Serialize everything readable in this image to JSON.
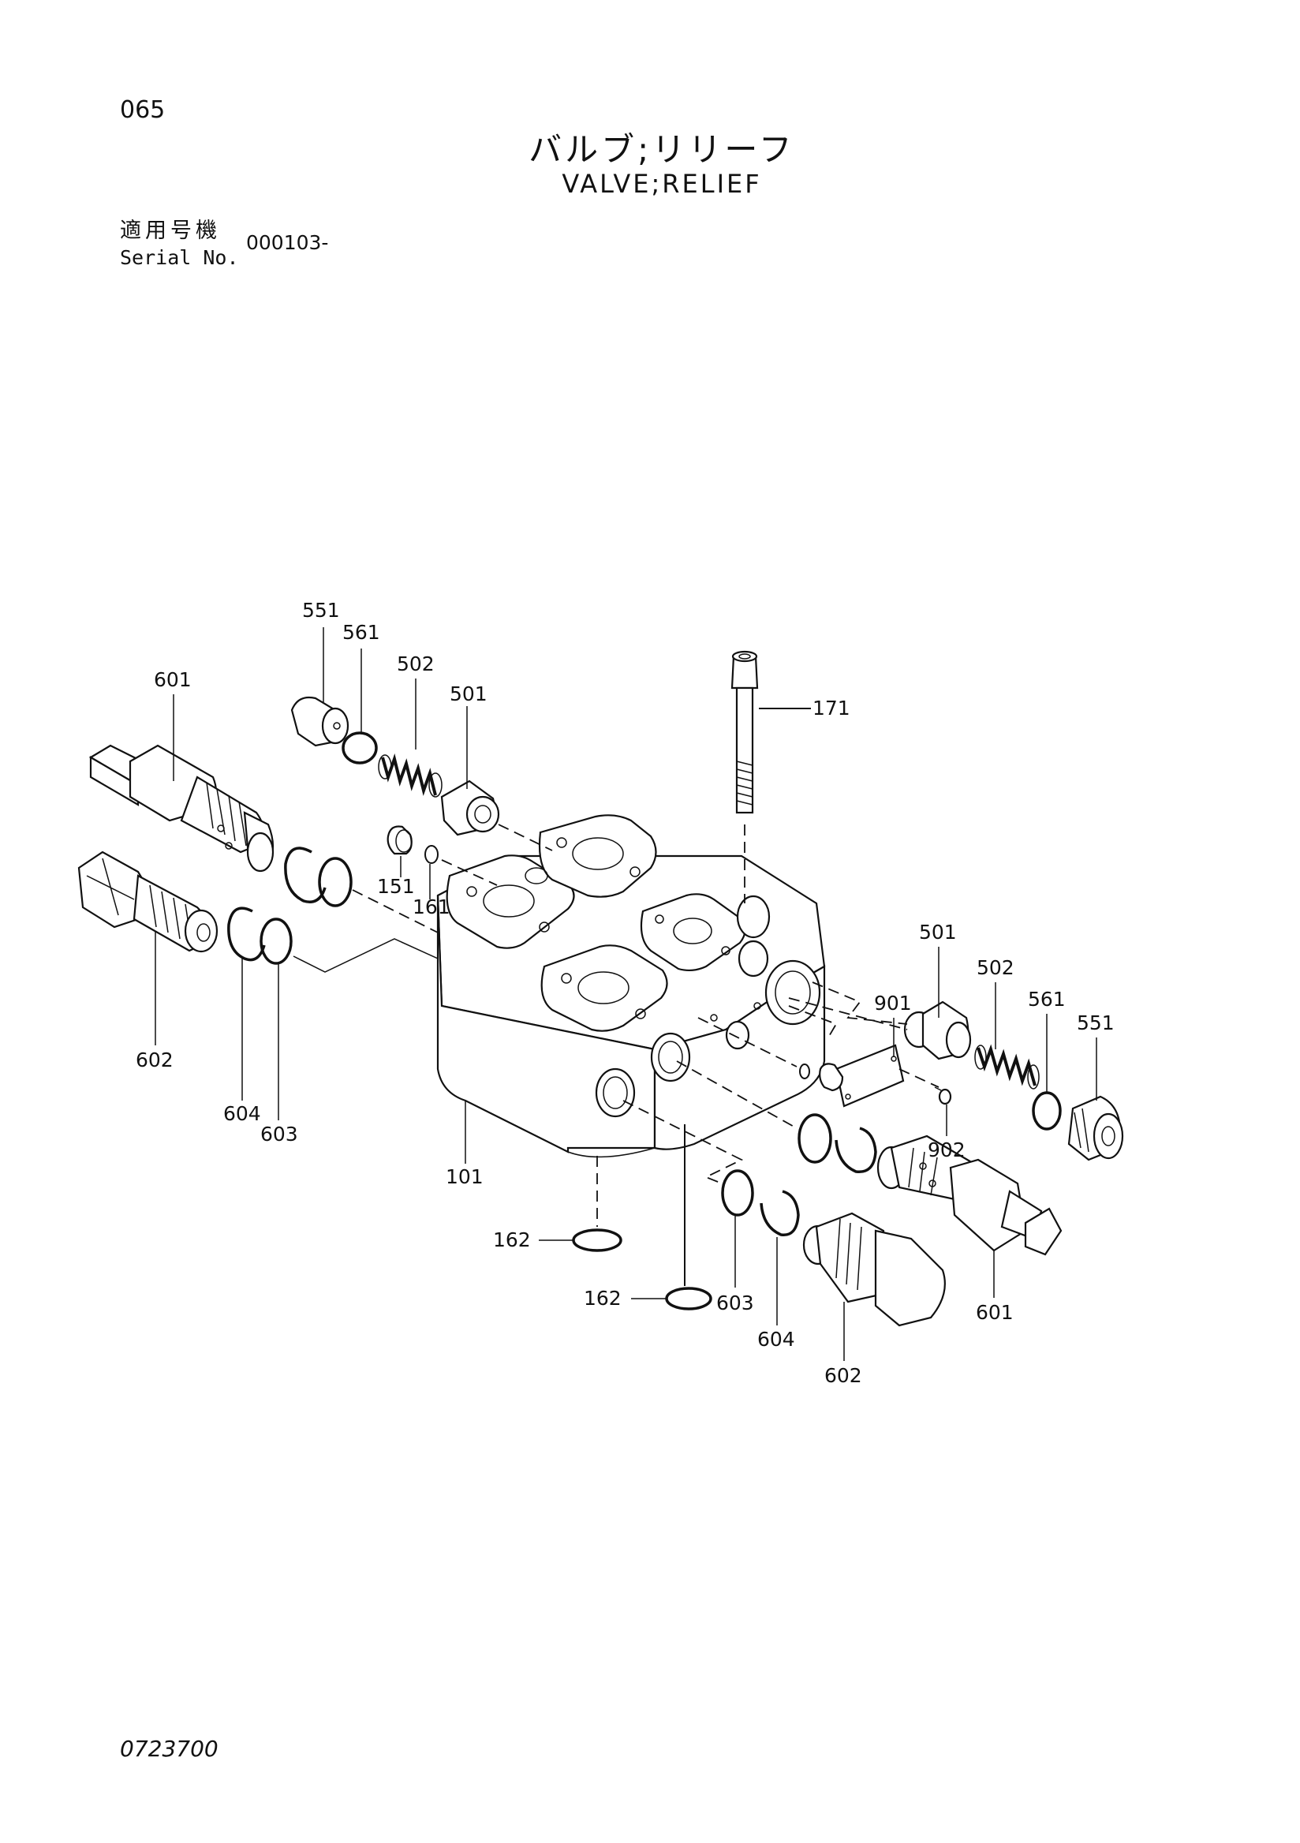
{
  "header": {
    "page_number": "065",
    "title_ja": "バルブ;リリーフ",
    "title_en": "VALVE;RELIEF",
    "serial_label_ja": "適用号機",
    "serial_label_en": "Serial No.",
    "serial_value": "000103-"
  },
  "callouts": {
    "c551a": "551",
    "c561a": "561",
    "c502a": "502",
    "c501a": "501",
    "c601a": "601",
    "c171": "171",
    "c151": "151",
    "c161": "161",
    "c602a": "602",
    "c604a": "604",
    "c603a": "603",
    "c101": "101",
    "c501b": "501",
    "c502b": "502",
    "c561b": "561",
    "c551b": "551",
    "c901": "901",
    "c902": "902",
    "c162a": "162",
    "c162b": "162",
    "c603b": "603",
    "c604b": "604",
    "c602b": "602",
    "c601b": "601"
  },
  "footer": {
    "doc_number": "0723700"
  }
}
